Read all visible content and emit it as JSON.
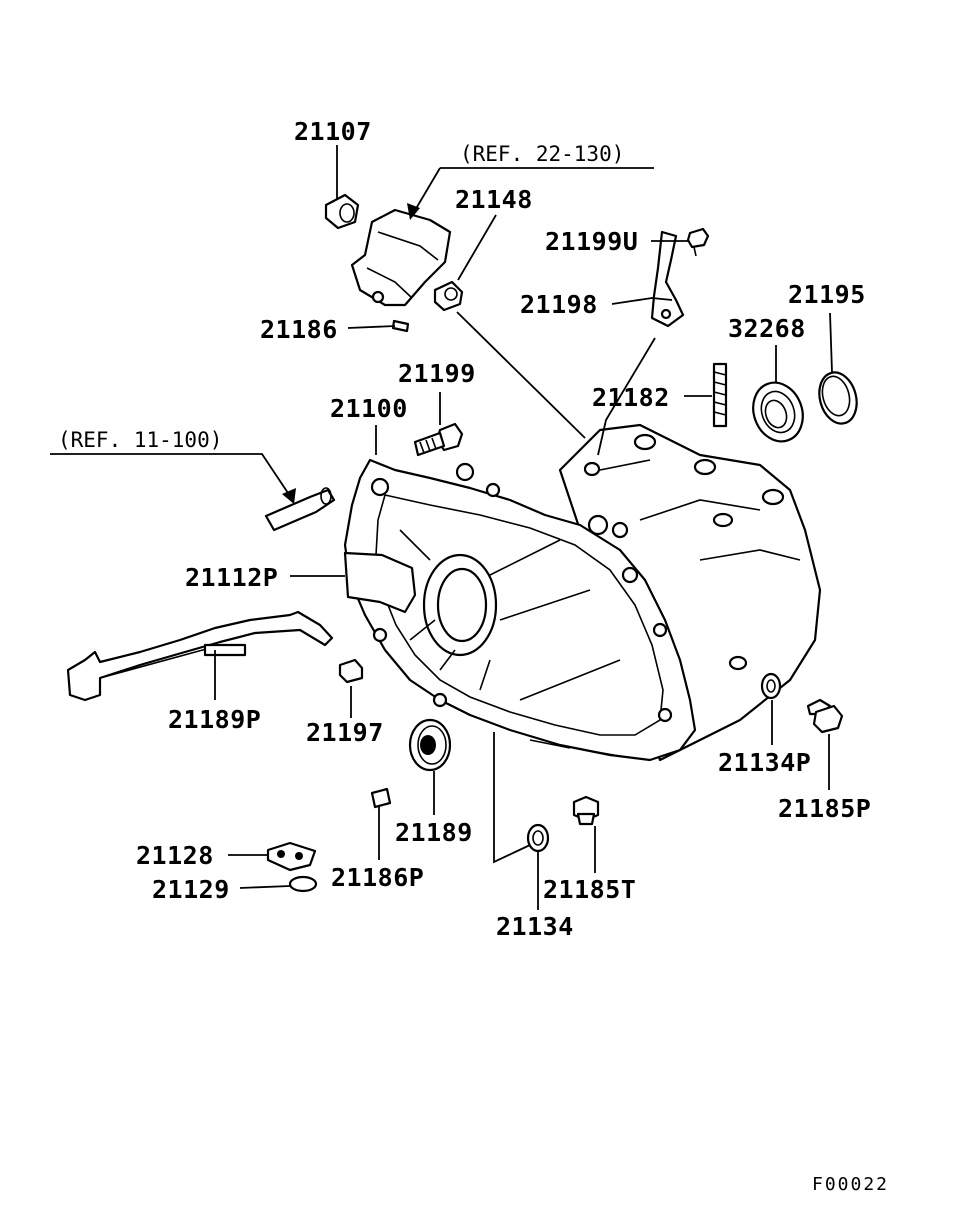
{
  "diagram_code": "F00022",
  "references": [
    {
      "id": "ref-22-130",
      "text": "(REF. 22-130)"
    },
    {
      "id": "ref-11-100",
      "text": "(REF. 11-100)"
    }
  ],
  "parts": [
    {
      "id": "21107",
      "label": "21107"
    },
    {
      "id": "21148",
      "label": "21148"
    },
    {
      "id": "21199U",
      "label": "21199U"
    },
    {
      "id": "21195",
      "label": "21195"
    },
    {
      "id": "21198",
      "label": "21198"
    },
    {
      "id": "32268",
      "label": "32268"
    },
    {
      "id": "21186",
      "label": "21186"
    },
    {
      "id": "21199",
      "label": "21199"
    },
    {
      "id": "21100",
      "label": "21100"
    },
    {
      "id": "21182",
      "label": "21182"
    },
    {
      "id": "21112P",
      "label": "21112P"
    },
    {
      "id": "21189P",
      "label": "21189P"
    },
    {
      "id": "21197",
      "label": "21197"
    },
    {
      "id": "21134P",
      "label": "21134P"
    },
    {
      "id": "21185P",
      "label": "21185P"
    },
    {
      "id": "21189",
      "label": "21189"
    },
    {
      "id": "21128",
      "label": "21128"
    },
    {
      "id": "21129",
      "label": "21129"
    },
    {
      "id": "21186P",
      "label": "21186P"
    },
    {
      "id": "21185T",
      "label": "21185T"
    },
    {
      "id": "21134",
      "label": "21134"
    }
  ]
}
